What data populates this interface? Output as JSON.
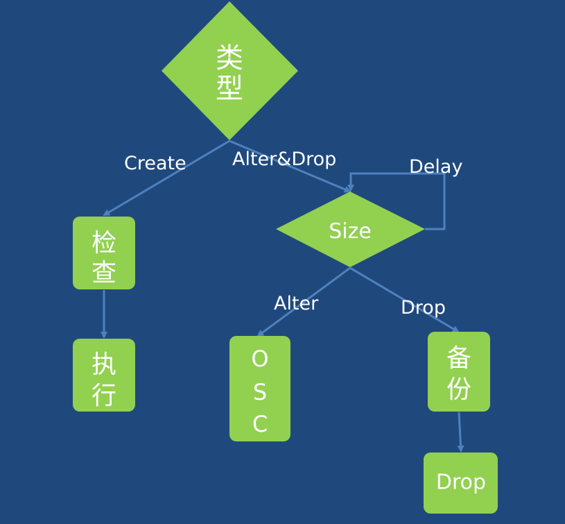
{
  "nodes": {
    "type_decision": {
      "lines": [
        "类",
        "型"
      ]
    },
    "size_decision": {
      "lines": [
        "Size"
      ]
    },
    "check_box": {
      "lines": [
        "检",
        "查"
      ]
    },
    "execute_box": {
      "lines": [
        "执",
        "行"
      ]
    },
    "osc_box": {
      "lines": [
        "O",
        "S",
        "C"
      ]
    },
    "backup_box": {
      "lines": [
        "备",
        "份"
      ]
    },
    "drop_box": {
      "lines": [
        "Drop"
      ]
    }
  },
  "edges": {
    "create": "Create",
    "alter_drop": "Alter&Drop",
    "delay": "Delay",
    "alter": "Alter",
    "drop": "Drop"
  },
  "colors": {
    "background": "#1f497d",
    "node_fill": "#92d050",
    "edge": "#4f81bd",
    "text": "#ffffff"
  }
}
